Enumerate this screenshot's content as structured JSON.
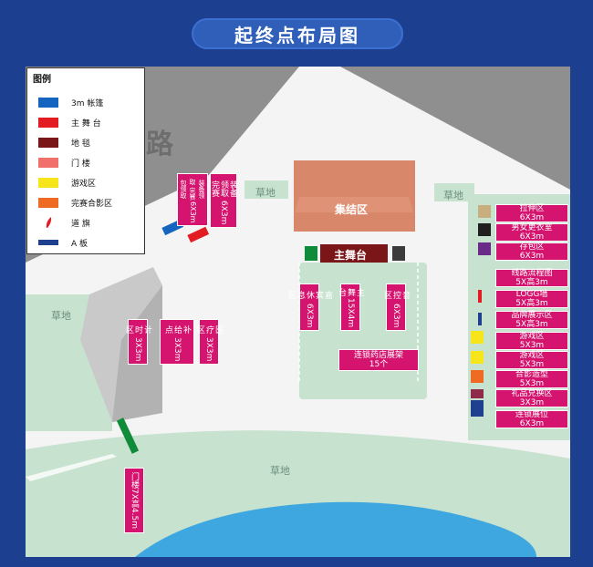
{
  "title": "起终点布局图",
  "legend": {
    "title": "图例",
    "items": [
      {
        "label": "3m 帐篷",
        "color": "#1565c0"
      },
      {
        "label": "主 舞 台",
        "color": "#e31b23"
      },
      {
        "label": "地    毯",
        "color": "#7a1518"
      },
      {
        "label": "门    楼",
        "color": "#f2706b"
      },
      {
        "label": "游戏区",
        "color": "#f7e51c"
      },
      {
        "label": "完赛合影区",
        "color": "#ef6a22"
      },
      {
        "label": "道    旗",
        "color": "#e31b23"
      },
      {
        "label": "A    板",
        "color": "#1f3f8f"
      }
    ]
  },
  "map": {
    "road_char": "路",
    "grass": [
      "草地",
      "草地",
      "草地",
      "草地"
    ],
    "assembly_area": "集结区",
    "main_stage": "主舞台",
    "west_tags": [
      {
        "name": "装备领取 完赛包领取",
        "size": "6X3m"
      },
      {
        "name": "装备领取 完赛",
        "size": "6X3m"
      }
    ],
    "mid_tags": [
      {
        "name": "计时区",
        "size": "3X3m"
      },
      {
        "name": "补给点",
        "size": "3X3m"
      },
      {
        "name": "医疗区",
        "size": "3X3m"
      }
    ],
    "gate_tag": {
      "name": "门楼",
      "size": "7X高4.5m"
    },
    "stage_tags": [
      {
        "name": "嘉宾休息区",
        "size": "6X3m"
      },
      {
        "name": "主舞台",
        "size": "15X4m"
      },
      {
        "name": "音控区",
        "size": "6X3m"
      }
    ],
    "pharmacy": {
      "name": "连锁药店展架",
      "count": "15个"
    },
    "right_tags": [
      {
        "name": "拉伸区",
        "size": "6X3m"
      },
      {
        "name": "男女更衣室",
        "size": "6X3m"
      },
      {
        "name": "存包区",
        "size": "6X3m"
      },
      {
        "name": "线路流程图",
        "size": "5X高3m"
      },
      {
        "name": "LOGG墙",
        "size": "5X高3m"
      },
      {
        "name": "品牌展示区",
        "size": "5X高3m"
      },
      {
        "name": "游戏区",
        "size": "5X3m"
      },
      {
        "name": "游戏区",
        "size": "5X3m"
      },
      {
        "name": "合影造型",
        "size": "5X3m"
      },
      {
        "name": "礼品兑换区",
        "size": "3X3m"
      },
      {
        "name": "连锁展位",
        "size": "6X3m"
      }
    ]
  }
}
